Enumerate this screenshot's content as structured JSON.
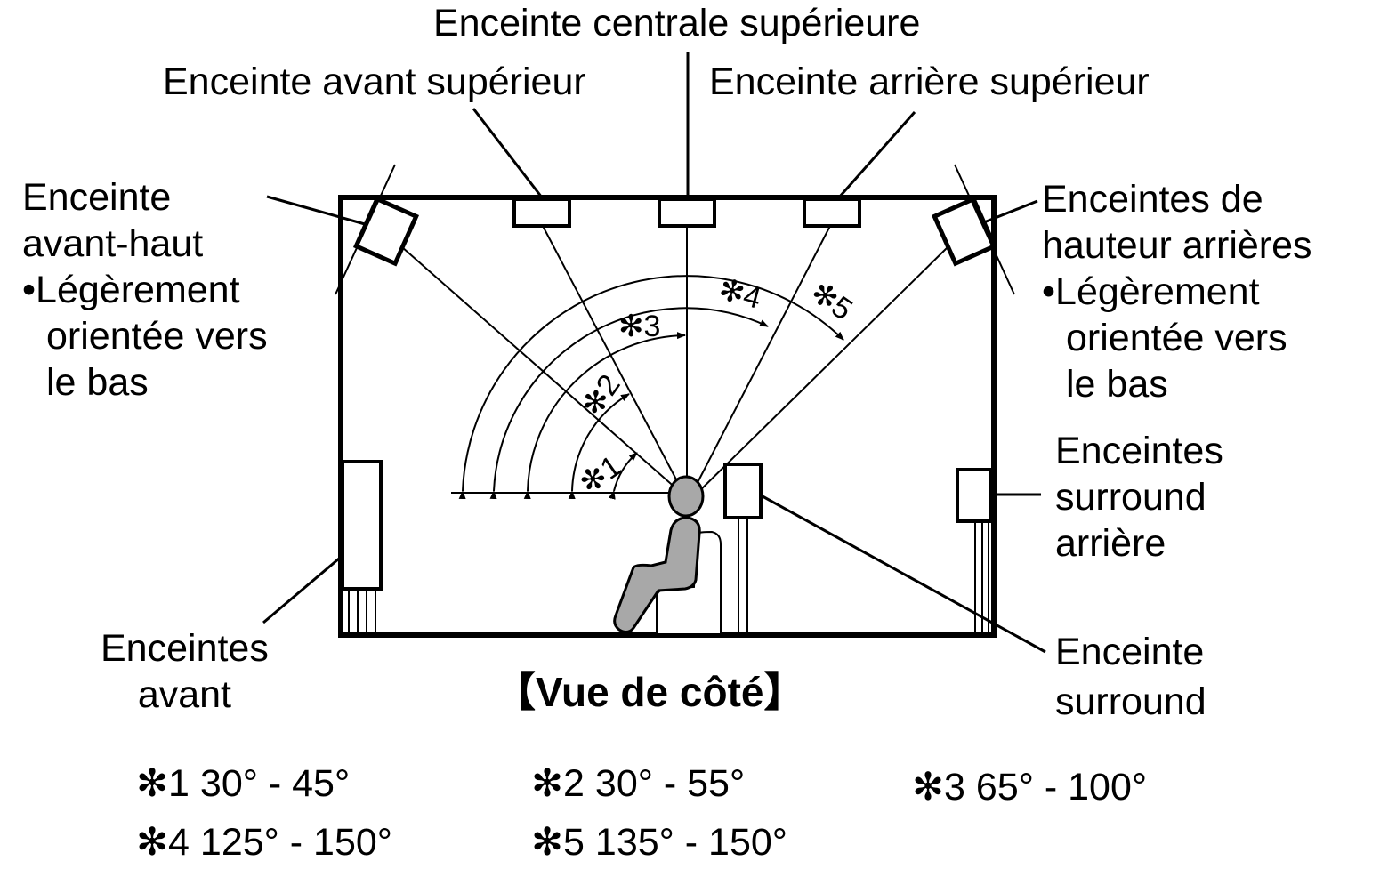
{
  "labels": {
    "top_center": "Enceinte centrale supérieure",
    "top_front": "Enceinte avant supérieur",
    "top_rear": "Enceinte arrière supérieur",
    "front_height_1": "Enceinte",
    "front_height_2": "avant-haut",
    "front_height_note_1": "•Légèrement",
    "front_height_note_2": "orientée vers",
    "front_height_note_3": "le bas",
    "rear_height_1": "Enceintes de",
    "rear_height_2": "hauteur arrières",
    "rear_height_note_1": "•Légèrement",
    "rear_height_note_2": "orientée vers",
    "rear_height_note_3": "le bas",
    "surround_back_1": "Enceintes",
    "surround_back_2": "surround",
    "surround_back_3": "arrière",
    "front_1": "Enceintes",
    "front_2": "avant",
    "surround_1": "Enceinte",
    "surround_2": "surround"
  },
  "title": "【Vue de côté】",
  "angle_marks": [
    "✻1",
    "✻2",
    "✻3",
    "✻4",
    "✻5"
  ],
  "notes": [
    {
      "mark": "✻1",
      "range": "30° - 45°"
    },
    {
      "mark": "✻2",
      "range": "30° - 55°"
    },
    {
      "mark": "✻3",
      "range": "65° - 100°"
    },
    {
      "mark": "✻4",
      "range": "125° - 150°"
    },
    {
      "mark": "✻5",
      "range": "135° - 150°"
    }
  ],
  "colors": {
    "line": "#000000",
    "listener": "#a8a8a8"
  }
}
